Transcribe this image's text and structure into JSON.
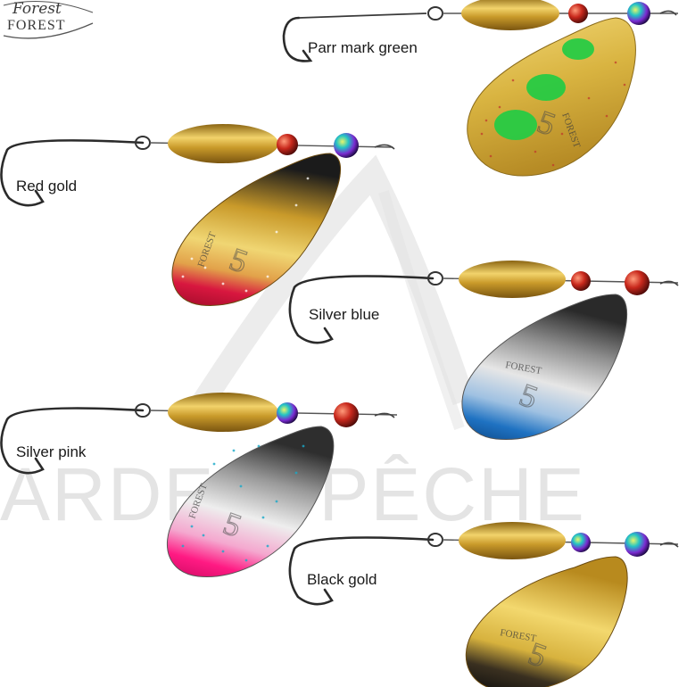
{
  "brand": {
    "script": "Forest",
    "word": "FOREST"
  },
  "watermark": {
    "part1": "ARDENT",
    "part2": "PÊCHE"
  },
  "blade_marking": {
    "brand": "FOREST",
    "size": "5"
  },
  "lures": [
    {
      "label": "Parr mark green",
      "blade_color": "#d9b441",
      "tip_color": "#d9b441",
      "accent": "#22cc44"
    },
    {
      "label": "Red gold",
      "blade_color": "#d7b23e",
      "tip_color": "#d8173f",
      "accent": "#111111"
    },
    {
      "label": "Silver blue",
      "blade_color": "#c9c9c9",
      "tip_color": "#1f72c2",
      "accent": "#2a2a2a"
    },
    {
      "label": "Silver pink",
      "blade_color": "#cfcfcf",
      "tip_color": "#ff1a83",
      "accent": "#1aa9c9"
    },
    {
      "label": "Black gold",
      "blade_color": "#e2c14d",
      "tip_color": "#181818",
      "accent": "#181818"
    }
  ]
}
